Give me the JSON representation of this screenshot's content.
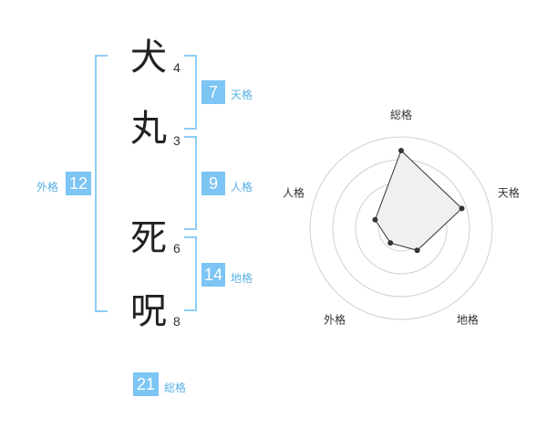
{
  "name_chars": [
    {
      "char": "犬",
      "strokes": "4"
    },
    {
      "char": "丸",
      "strokes": "3"
    },
    {
      "char": "死",
      "strokes": "6"
    },
    {
      "char": "呪",
      "strokes": "8"
    }
  ],
  "kakusu": {
    "tenkaku": {
      "value": "7",
      "label": "天格"
    },
    "jinkaku": {
      "value": "9",
      "label": "人格"
    },
    "chikaku": {
      "value": "14",
      "label": "地格"
    },
    "gaikaku": {
      "value": "12",
      "label": "外格"
    },
    "soukaku": {
      "value": "21",
      "label": "総格"
    }
  },
  "chart_data": {
    "type": "radar",
    "axes": [
      "総格",
      "天格",
      "地格",
      "外格",
      "人格"
    ],
    "values": [
      0.85,
      0.7,
      0.3,
      0.2,
      0.3
    ],
    "rings": 4,
    "colors": {
      "ring": "#d0d0d0",
      "fill": "#f0f0f0",
      "line": "#333333",
      "center": "#cccccc"
    }
  }
}
